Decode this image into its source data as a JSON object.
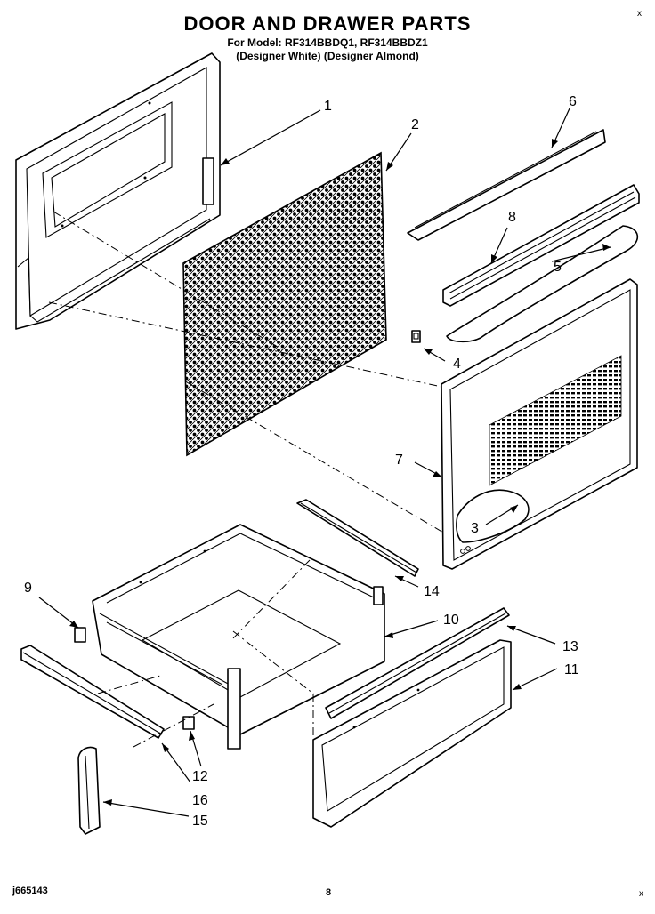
{
  "header": {
    "title": "DOOR AND DRAWER PARTS",
    "model_line": "For Model: RF314BBDQ1, RF314BBDZ1",
    "variant_line": "(Designer White) (Designer Almond)"
  },
  "corner_marks": {
    "top_right": "x",
    "bottom_right": "x"
  },
  "footer": {
    "code": "j665143",
    "page": "8"
  },
  "callouts": [
    "1",
    "2",
    "3",
    "4",
    "5",
    "6",
    "7",
    "8",
    "9",
    "10",
    "11",
    "12",
    "13",
    "14",
    "15",
    "16"
  ]
}
